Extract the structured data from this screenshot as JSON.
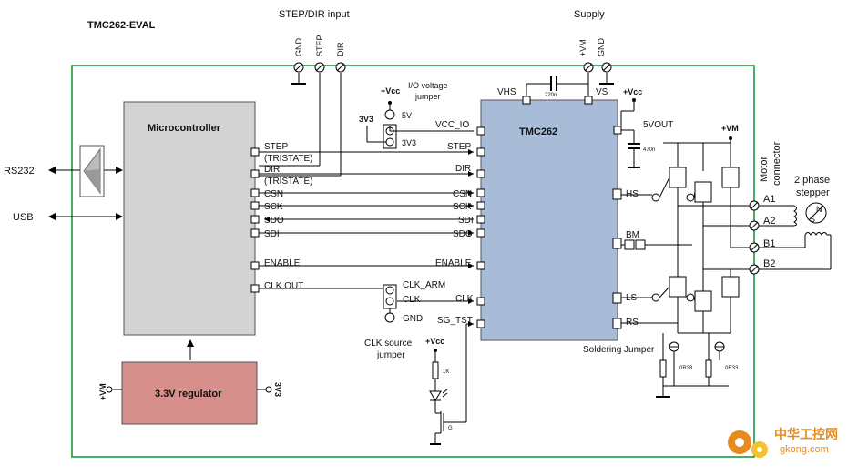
{
  "board_title": "TMC262-EVAL",
  "header": {
    "step_dir_input": "STEP/DIR input",
    "supply": "Supply",
    "term_gnd": "GND",
    "term_step": "STEP",
    "term_dir": "DIR",
    "term_vm": "+VM",
    "term_gnd2": "GND"
  },
  "mcu": {
    "title": "Microcontroller",
    "pins": [
      "STEP",
      "(TRISTATE)",
      "DIR",
      "(TRISTATE)",
      "CSN",
      "SCK",
      "SDO",
      "SDI",
      "ENABLE",
      "CLK OUT"
    ]
  },
  "interfaces": {
    "rs232": "RS232",
    "usb": "USB"
  },
  "regulator": {
    "title": "3.3V regulator",
    "vm_in": "+VM",
    "out": "3V3"
  },
  "io_jumper": {
    "vcc": "+Vcc",
    "label_1": "I/O voltage",
    "label_2": "jumper",
    "opt_5v": "5V",
    "opt_3v3": "3V3",
    "left": "3V3"
  },
  "tmc": {
    "title": "TMC262",
    "pins_left": [
      "VCC_IO",
      "STEP",
      "DIR",
      "CSN",
      "SCK",
      "SDI",
      "SDO",
      "ENABLE",
      "CLK",
      "SG_TST"
    ],
    "vhs": "VHS",
    "vs": "VS",
    "cap_vhs": "220n",
    "vcc_top": "+Vcc",
    "vout": "5VOUT",
    "cap_vout": "470n",
    "pins_right": [
      "HS",
      "BM",
      "LS",
      "RS"
    ]
  },
  "clk_jumper": {
    "arm": "CLK_ARM",
    "clk": "CLK",
    "gnd": "GND",
    "label_1": "CLK source",
    "label_2": "jumper"
  },
  "led": {
    "vcc": "+Vcc",
    "res": "1K",
    "gate": "G"
  },
  "bridge": {
    "vm": "+VM",
    "solder": "Soldering Jumper",
    "rs1": "0R33",
    "rs2": "0R33"
  },
  "motor": {
    "connector_1": "Motor",
    "connector_2": "connector",
    "stepper_1": "2 phase",
    "stepper_2": "stepper",
    "terms": [
      "A1",
      "A2",
      "B1",
      "B2"
    ],
    "n": "N",
    "s": "S"
  },
  "watermark": {
    "cn": "中华工控网",
    "url": "gkong.com"
  },
  "colors": {
    "frame": "#1a9a3a",
    "mcu": "#d3d3d3",
    "regulator": "#d68f8a",
    "tmc": "#a8bcd8",
    "watermark": "#e88b1e"
  }
}
